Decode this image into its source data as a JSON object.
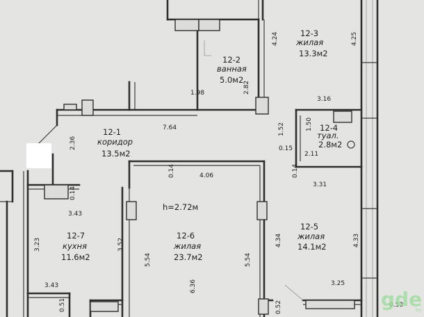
{
  "plan": {
    "height_label": "h=2.72м",
    "rooms": [
      {
        "id": "12-1",
        "name": "коридор",
        "area": "13.5м2"
      },
      {
        "id": "12-2",
        "name": "ванная",
        "area": "5.0м2"
      },
      {
        "id": "12-3",
        "name": "жилая",
        "area": "13.3м2"
      },
      {
        "id": "12-4",
        "name": "туал.",
        "area": "2.8м2"
      },
      {
        "id": "12-5",
        "name": "жилая",
        "area": "14.1м2"
      },
      {
        "id": "12-6",
        "name": "жилая",
        "area": "23.7м2"
      },
      {
        "id": "12-7",
        "name": "кухня",
        "area": "11.6м2"
      }
    ],
    "dimensions": {
      "d424": "4.24",
      "d425": "4.25",
      "d198": "1.98",
      "d282": "2.82",
      "d316": "3.16",
      "d236": "2.36",
      "d764": "7.64",
      "d152": "1.52",
      "d150": "1.50",
      "d015": "0.15",
      "d211": "2.11",
      "d014a": "0.14",
      "d014b": "0.14",
      "d014c": "0.14",
      "d406": "4.06",
      "d331": "3.31",
      "d343a": "3.43",
      "d352": "3.52",
      "d554a": "5.54",
      "d554b": "5.54",
      "d434": "4.34",
      "d433": "4.33",
      "d323": "3.23",
      "d343b": "3.43",
      "d636": "6.36",
      "d325": "3.25",
      "d051": "0.51",
      "d052": "0.52",
      "d053": "0.53"
    }
  },
  "watermark": {
    "text": "gde",
    "sub": "by"
  }
}
